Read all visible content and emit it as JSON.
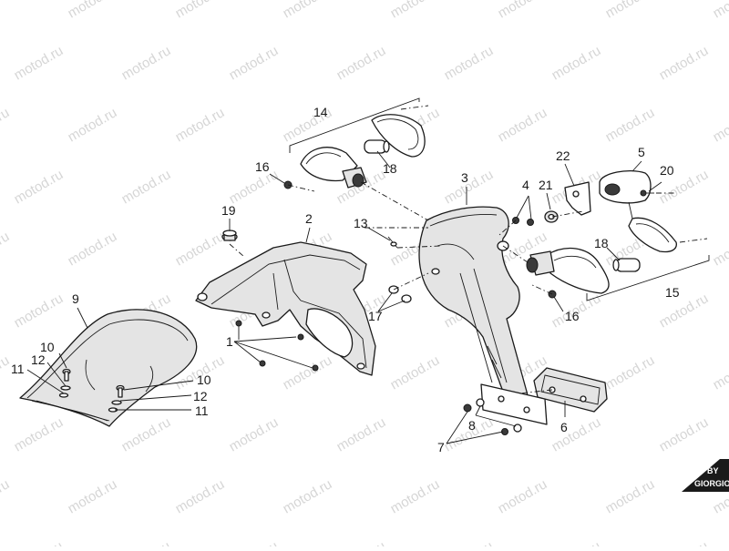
{
  "watermark": {
    "text": "motod.ru"
  },
  "logo": {
    "line1": "BY",
    "line2": "GIORGIO"
  },
  "callouts": [
    {
      "id": "c1",
      "text": "1"
    },
    {
      "id": "c2",
      "text": "2"
    },
    {
      "id": "c3",
      "text": "3"
    },
    {
      "id": "c4",
      "text": "4"
    },
    {
      "id": "c5",
      "text": "5"
    },
    {
      "id": "c6",
      "text": "6"
    },
    {
      "id": "c7",
      "text": "7"
    },
    {
      "id": "c8",
      "text": "8"
    },
    {
      "id": "c9",
      "text": "9"
    },
    {
      "id": "c10a",
      "text": "10"
    },
    {
      "id": "c10b",
      "text": "10"
    },
    {
      "id": "c11a",
      "text": "11"
    },
    {
      "id": "c11b",
      "text": "11"
    },
    {
      "id": "c12a",
      "text": "12"
    },
    {
      "id": "c12b",
      "text": "12"
    },
    {
      "id": "c13",
      "text": "13"
    },
    {
      "id": "c14",
      "text": "14"
    },
    {
      "id": "c15",
      "text": "15"
    },
    {
      "id": "c16a",
      "text": "16"
    },
    {
      "id": "c16b",
      "text": "16"
    },
    {
      "id": "c17",
      "text": "17"
    },
    {
      "id": "c18a",
      "text": "18"
    },
    {
      "id": "c18b",
      "text": "18"
    },
    {
      "id": "c19",
      "text": "19"
    },
    {
      "id": "c20",
      "text": "20"
    },
    {
      "id": "c21",
      "text": "21"
    },
    {
      "id": "c22",
      "text": "22"
    }
  ]
}
